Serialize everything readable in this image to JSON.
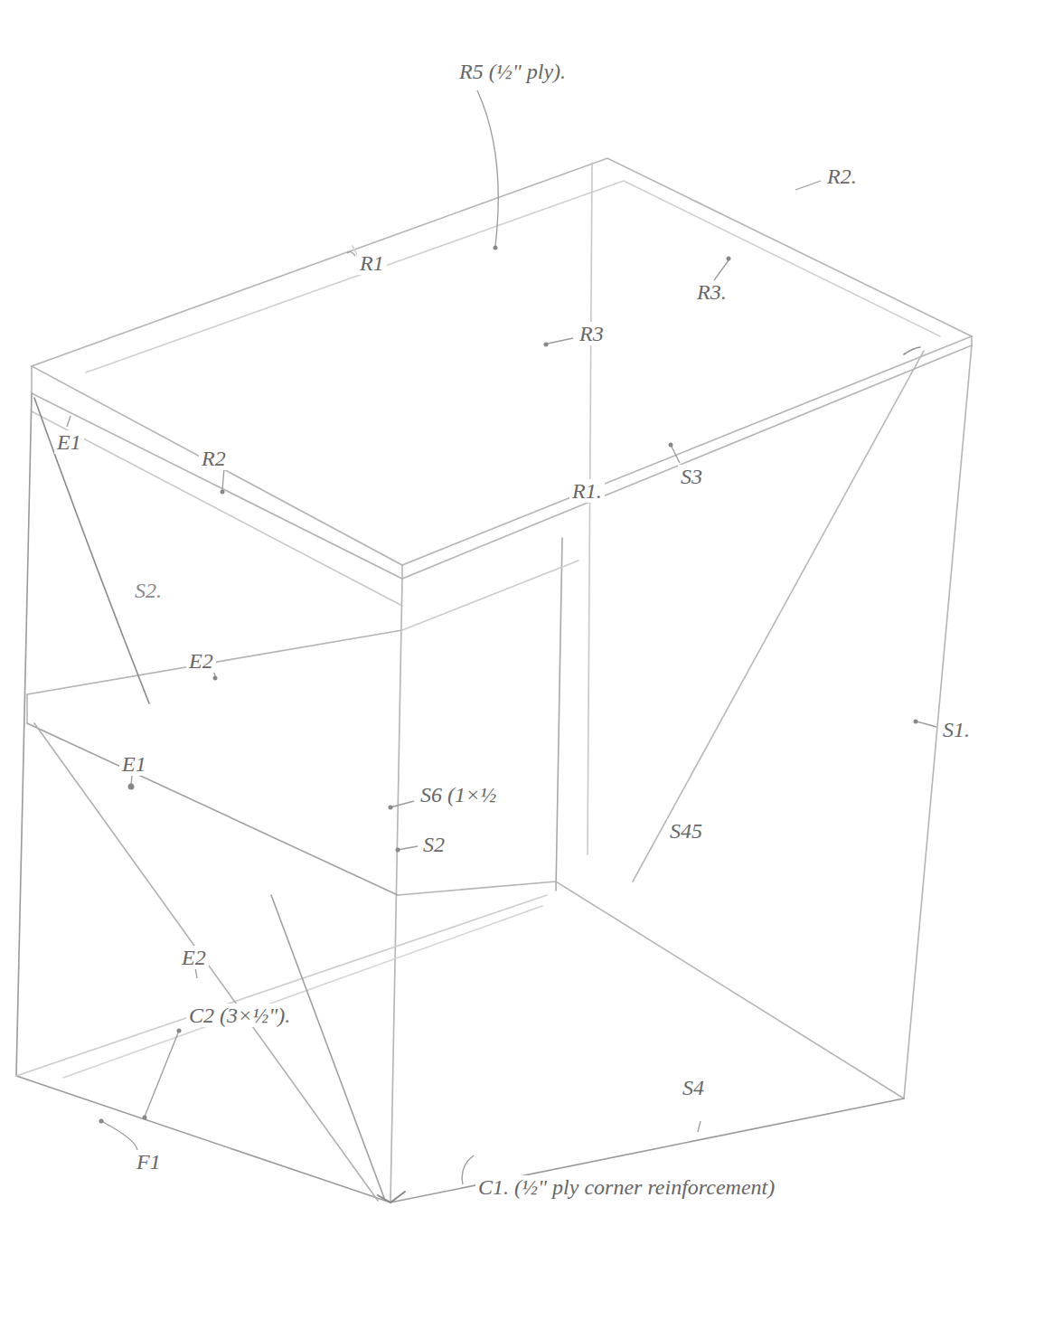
{
  "diagram": {
    "labels": [
      "R5 (½\" ply).",
      "R2.",
      "R1",
      "R3.",
      "R3",
      "E1",
      "R2",
      "S3",
      "R1.",
      "S2.",
      "E2",
      "S1.",
      "E1",
      "S6 (1×½",
      "S2",
      "S45",
      "E2",
      "C2 (3×½\").",
      "F1",
      "S4",
      "C1. (½\" ply corner reinforcement)"
    ]
  }
}
